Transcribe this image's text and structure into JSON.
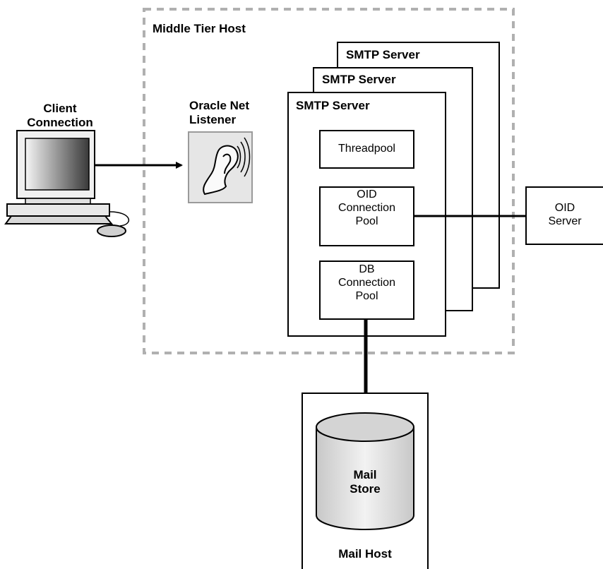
{
  "middle_tier": {
    "title": "Middle Tier Host"
  },
  "smtp_servers": [
    {
      "label": "SMTP Server"
    },
    {
      "label": "SMTP Server"
    },
    {
      "label": "SMTP Server"
    }
  ],
  "components": {
    "threadpool": "Threadpool",
    "oid_pool": [
      "OID",
      "Connection",
      "Pool"
    ],
    "db_pool": [
      "DB",
      "Connection",
      "Pool"
    ]
  },
  "client": {
    "label": [
      "Client",
      "Connection"
    ]
  },
  "listener": {
    "label": [
      "Oracle Net",
      "Listener"
    ]
  },
  "oid_server": {
    "label": [
      "OID",
      "Server"
    ]
  },
  "mail_store": {
    "label": [
      "Mail",
      "Store"
    ]
  },
  "mail_host": {
    "label": "Mail Host"
  },
  "colors": {
    "stroke": "#000000",
    "dashed_border": "#b0b0b0",
    "listener_bg": "#e6e6e6"
  }
}
